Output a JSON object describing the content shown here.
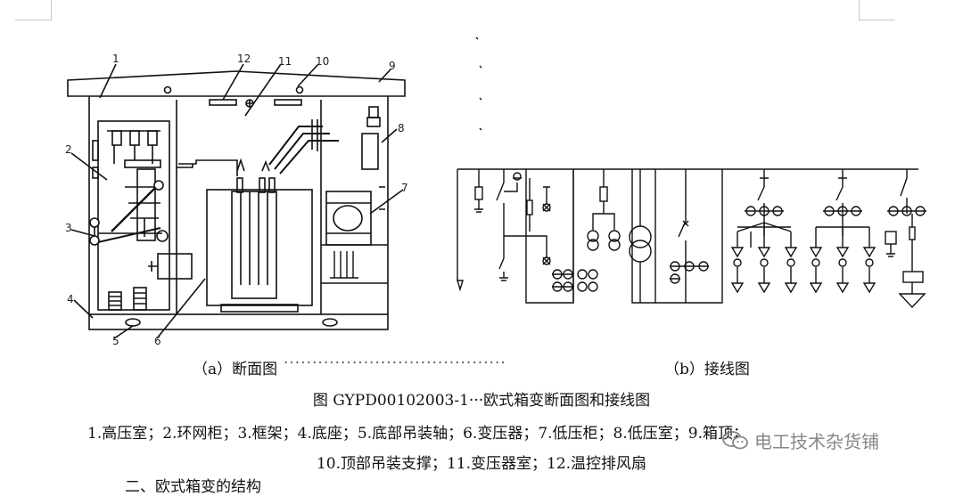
{
  "figure_a": {
    "callouts": [
      "1",
      "2",
      "3",
      "4",
      "5",
      "6",
      "7",
      "8",
      "9",
      "10",
      "11",
      "12"
    ]
  },
  "captions": {
    "sub_a": "（a）断面图",
    "sub_dots": "·······································",
    "sub_b": "（b）接线图",
    "title": "图 GYPD00102003-1···欧式箱变断面图和接线图",
    "legend_line1": "1.高压室；2.环网柜；3.框架；4.底座；5.底部吊装轴；6.变压器；7.低压柜；8.低压室；9.箱顶；",
    "legend_line2": "10.顶部吊装支撑；11.变压器室；12.温控排风扇",
    "legend_line3": "二、欧式箱变的结构"
  },
  "watermark": {
    "text": "电工技术杂货铺",
    "icon": "wechat-icon"
  }
}
